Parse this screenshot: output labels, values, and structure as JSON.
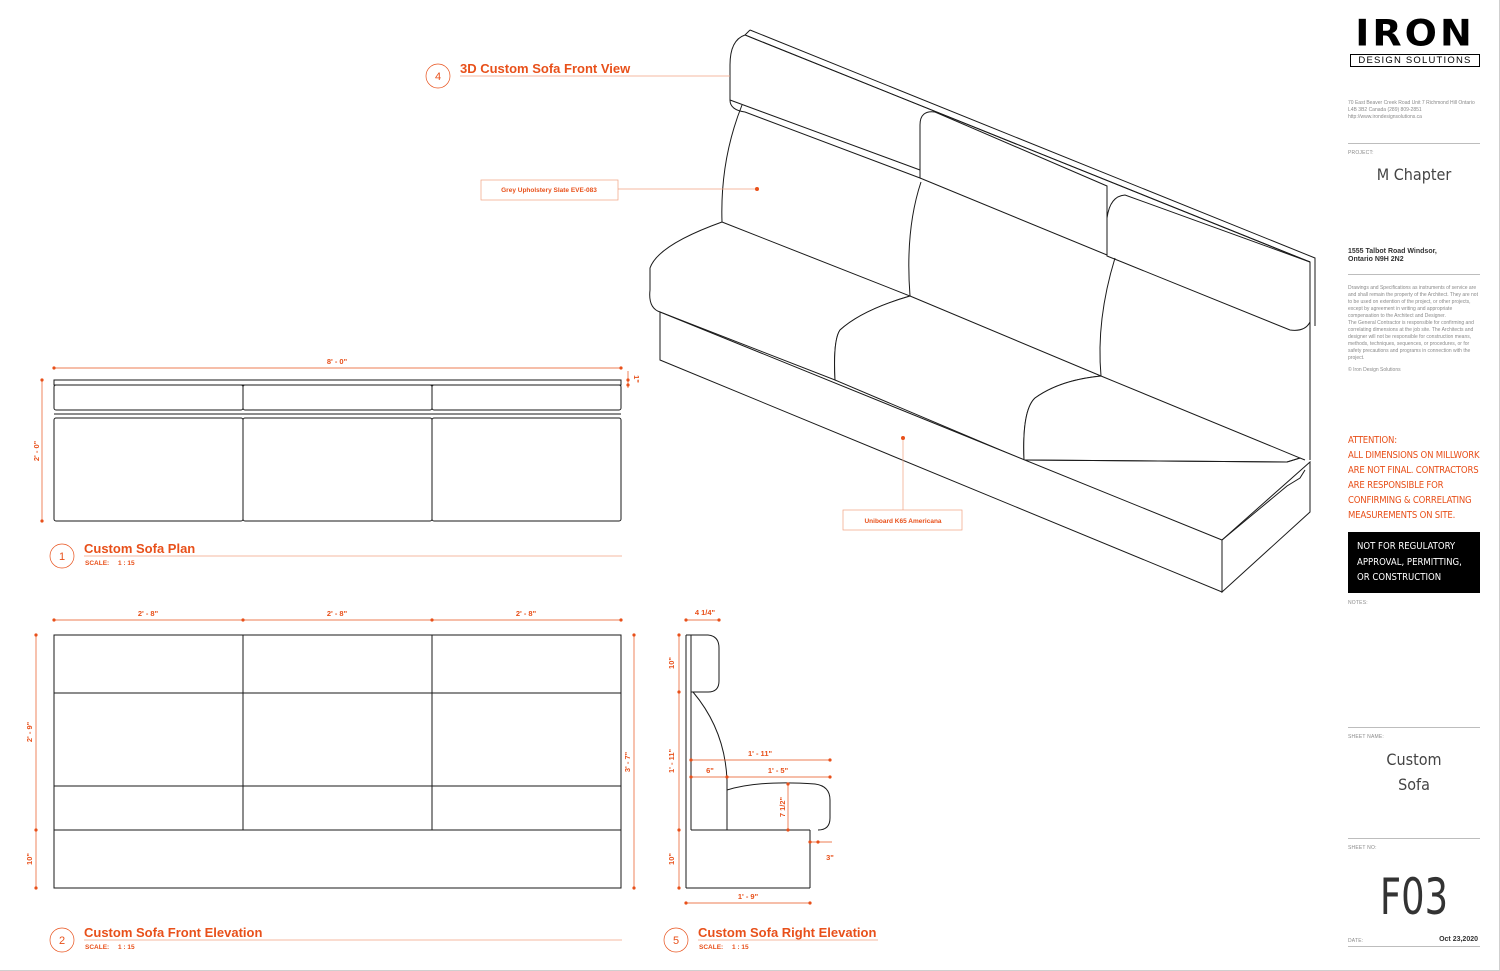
{
  "views": {
    "plan": {
      "number": "1",
      "title": "Custom Sofa Plan",
      "scale_label": "SCALE:",
      "scale": "1 : 15"
    },
    "front": {
      "number": "2",
      "title": "Custom Sofa Front Elevation",
      "scale_label": "SCALE:",
      "scale": "1 : 15"
    },
    "iso": {
      "number": "4",
      "title": "3D Custom Sofa Front View"
    },
    "side": {
      "number": "5",
      "title": "Custom Sofa Right Elevation",
      "scale_label": "SCALE:",
      "scale": "1 : 15"
    }
  },
  "dimensions": {
    "plan_width": "8' - 0\"",
    "plan_depth": "2' - 0\"",
    "plan_top": "1\"",
    "front_seg1": "2' - 8\"",
    "front_seg2": "2' - 8\"",
    "front_seg3": "2' - 8\"",
    "front_left_upper": "2' - 9\"",
    "front_left_lower": "10\"",
    "front_right": "3' - 7\"",
    "side_top": "4 1/4\"",
    "side_back_head": "10\"",
    "side_back_mid": "1' - 11\"",
    "side_base": "10\"",
    "side_overall": "1' - 11\"",
    "side_back_offset": "6\"",
    "side_seat_depth": "1' - 5\"",
    "side_seat_height": "7 1/2\"",
    "side_toe": "3\"",
    "side_bottom": "1' - 9\""
  },
  "callouts": {
    "upholstery": "Grey Upholstery Slate EVE-083",
    "base": "Uniboard K65 Americana"
  },
  "title_block": {
    "logo_word": "IRON",
    "logo_sub": "DESIGN SOLUTIONS",
    "company_address": "70 East Beaver Creek Road Unit 7 Richmond Hill Ontario L4B 3B2 Canada (289) 809-2851 http://www.irondesignsolutions.ca",
    "project_label": "PROJECT:",
    "project_name": "M Chapter",
    "site_line1": "1555 Talbot Road Windsor,",
    "site_line2": "Ontario N9H 2N2",
    "notes_text_1": "Drawings and Specifications as instruments of service are and shall remain the property of the Architect. They are not to be used on extention of the project, or other projects, except by agreement in writing and appropriate compensation to the Architect and Designer.",
    "notes_text_2": "The General Contractor is responsible for confirming and correlating dimensions at the job site. The Architects and designer will not be responsible for construction means, methods, techniques, sequences, or procedures, or for safety precautions and programs in connection with the project.",
    "copyright": "© Iron Design Solutions",
    "attention_lines": [
      "ATTENTION:",
      "ALL DIMENSIONS ON MILLWORK",
      "ARE NOT FINAL. CONTRACTORS",
      "ARE RESPONSIBLE FOR",
      "CONFIRMING & CORRELATING",
      "MEASUREMENTS ON SITE."
    ],
    "warning_lines": [
      "NOT FOR REGULATORY",
      "APPROVAL, PERMITTING,",
      "OR CONSTRUCTION"
    ],
    "notes_label": "NOTES:",
    "sheet_name_label": "SHEET NAME:",
    "sheet_name_line1": "Custom",
    "sheet_name_line2": "Sofa",
    "sheet_no_label": "SHEET NO:",
    "sheet_no": "F03",
    "date_label": "DATE:",
    "date": "Oct 23,2020"
  },
  "colors": {
    "accent": "#e8501a",
    "line": "#1a1a1a",
    "rule": "#bdbdbd"
  }
}
